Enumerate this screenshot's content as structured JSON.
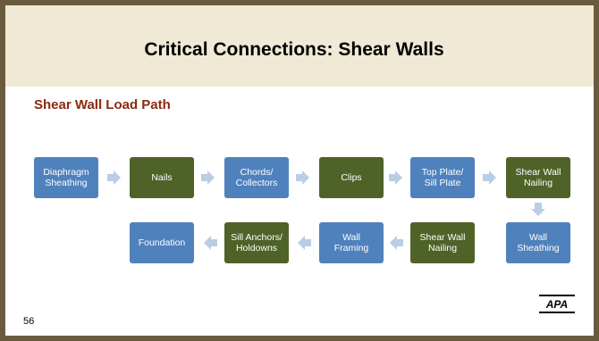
{
  "title": "Critical Connections: Shear Walls",
  "subtitle": "Shear Wall Load Path",
  "page_number": "56",
  "logo_text": "APA",
  "colors": {
    "blue": "#4f81bd",
    "green": "#4f6228",
    "arrow": "#b9cde5",
    "title_band": "#efe9d5",
    "subtitle": "#8b2a10",
    "border": "#6b5b3e"
  },
  "nodes": [
    {
      "label": "Diaphragm\nSheathing",
      "color": "blue"
    },
    {
      "label": "Nails",
      "color": "green"
    },
    {
      "label": "Chords/\nCollectors",
      "color": "blue"
    },
    {
      "label": "Clips",
      "color": "green"
    },
    {
      "label": "Top Plate/\nSill Plate",
      "color": "blue"
    },
    {
      "label": "Shear Wall\nNailing",
      "color": "green"
    },
    {
      "label": "Wall\nSheathing",
      "color": "blue"
    },
    {
      "label": "Shear Wall\nNailing",
      "color": "green"
    },
    {
      "label": "Wall\nFraming",
      "color": "blue"
    },
    {
      "label": "Sill Anchors/\nHoldowns",
      "color": "green"
    },
    {
      "label": "Foundation",
      "color": "blue"
    }
  ]
}
